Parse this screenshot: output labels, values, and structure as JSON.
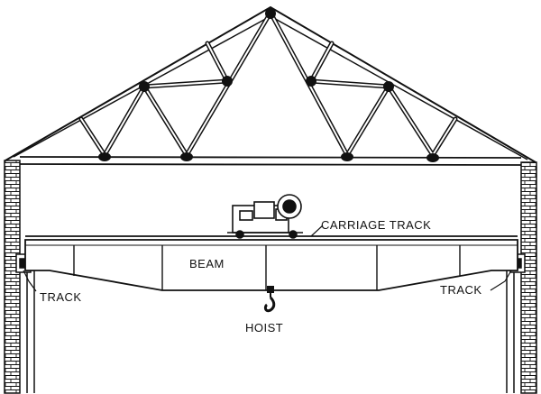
{
  "labels": {
    "carriage_track": "CARRIAGE TRACK",
    "beam": "BEAM",
    "track_left": "TRACK",
    "track_right": "TRACK",
    "hoist": "HOIST"
  },
  "colors": {
    "ink": "#111111",
    "paper": "#ffffff"
  }
}
